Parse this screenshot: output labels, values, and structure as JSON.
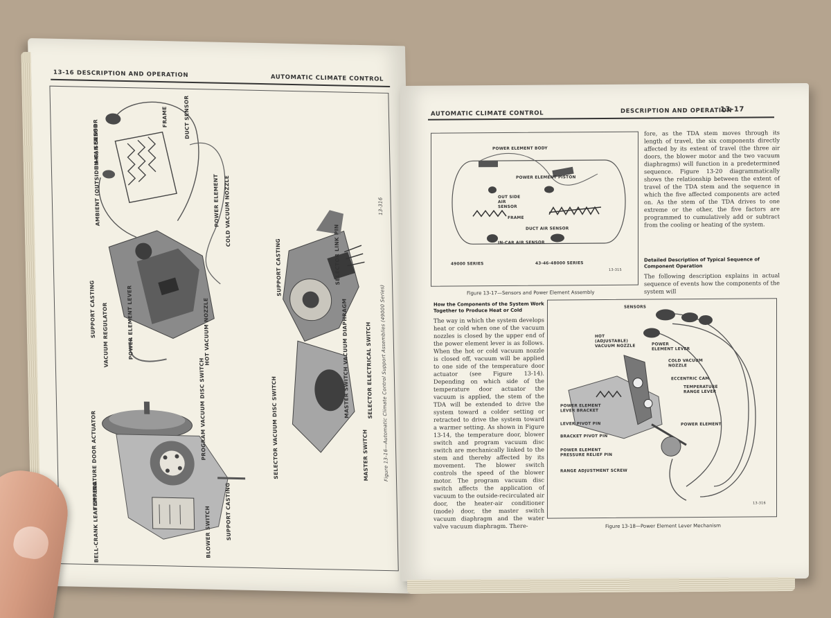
{
  "left_page": {
    "page_number": "13-16",
    "section_title": "DESCRIPTION AND OPERATION",
    "chapter_title": "AUTOMATIC CLIMATE CONTROL",
    "figure_number_tag": "13-316",
    "figure_caption": "Figure 13-16—Automatic Climate Control Support Assemblies (49000 Series)",
    "labels": {
      "frame": "FRAME",
      "duct_sensor": "DUCT SENSOR",
      "in_car_sensor": "IN-CAR SENSOR",
      "ambient_sensor": "AMBIENT (OUTSIDE AIR) SENSOR",
      "power_element": "POWER ELEMENT",
      "cold_vacuum_nozzle": "COLD VACUUM NOZZLE",
      "support_casting_1": "SUPPORT CASTING",
      "vacuum_regulator": "VACUUM REGULATOR",
      "power_element_lever": "POWER ELEMENT LEVER",
      "hot_vacuum_nozzle": "HOT VACUUM NOZZLE",
      "support_casting_2": "SUPPORT CASTING",
      "selector_link_pin": "SELECTOR LINK PIN",
      "selector_electrical_switch": "SELECTOR ELECTRICAL SWITCH",
      "master_switch_vacuum_diaphragm": "MASTER SWITCH VACUUM DIAPHRAGM",
      "selector_vacuum_disc_switch": "SELECTOR VACUUM DISC SWITCH",
      "master_switch": "MASTER SWITCH",
      "program_vacuum_disc_switch": "PROGRAM VACUUM DISC SWITCH",
      "temperature_door_actuator": "TEMPERATURE DOOR ACTUATOR",
      "support_casting_3": "SUPPORT CASTING",
      "bell_crank_leaf_spring": "BELL-CRANK LEAF SPRING",
      "blower_switch": "BLOWER SWITCH"
    }
  },
  "right_page": {
    "chapter_title": "AUTOMATIC CLIMATE CONTROL",
    "section_title": "DESCRIPTION AND OPERATION",
    "page_number": "13-17",
    "figure17": {
      "caption": "Figure 13-17—Sensors and Power Element Assembly",
      "tag": "13-315",
      "labels": {
        "power_element_body": "POWER ELEMENT BODY",
        "power_element_piston": "POWER ELEMENT PISTON",
        "outside_air_sensor": "OUT SIDE AIR SENSOR",
        "frame": "FRAME",
        "duct_air_sensor": "DUCT AIR SENSOR",
        "in_car_air_sensor": "IN-CAR AIR SENSOR",
        "series_49000": "49000 SERIES",
        "series_43_46_48000": "43-46-48000 SERIES"
      }
    },
    "figure18": {
      "caption": "Figure 13-18—Power Element Lever Mechanism",
      "tag": "13-316",
      "labels": {
        "sensors": "SENSORS",
        "hot_adjustable_vacuum_nozzle": "HOT (ADJUSTABLE) VACUUM NOZZLE",
        "power_element_lever": "POWER ELEMENT LEVER",
        "cold_vacuum_nozzle": "COLD VACUUM NOZZLE",
        "eccentric_cam": "ECCENTRIC CAM",
        "temperature_range_lever": "TEMPERATURE RANGE LEVER",
        "power_element_lever_bracket": "POWER ELEMENT LEVER BRACKET",
        "lever_pivot_pin": "LEVER PIVOT PIN",
        "bracket_pivot_pin": "BRACKET PIVOT PIN",
        "power_element": "POWER ELEMENT",
        "power_element_pressure_relief_pin": "POWER ELEMENT PRESSURE RELIEF PIN",
        "range_adjustment_screw": "RANGE ADJUSTMENT SCREW"
      }
    },
    "col_right_top": "fore, as the TDA stem moves through its length of travel, the six components directly affected by its extent of travel (the three air doors, the blower motor and the two vacuum diaphragms) will function in a predetermined sequence. Figure 13-20 diagrammatically shows the relationship between the extent of travel of the TDA stem and the sequence in which the five affected components are acted on. As the stem of the TDA drives to one extreme or the other, the five factors are programmed to cumulatively add or subtract from the cooling or heating of the system.",
    "subhead_typical": "Detailed Description of Typical Sequence of Component Operation",
    "col_right_bottom": "The following description explains in actual sequence of events how the components of the system will",
    "subhead_components": "How the Components of the System Work Together to Produce Heat or Cold",
    "col_left_body": "The way in which the system develops heat or cold when one of the vacuum nozzles is closed by the upper end of the power element lever is as follows. When the hot or cold vacuum nozzle is closed off, vacuum will be applied to one side of the temperature door actuator (see Figure 13-14). Depending on which side of the temperature door actuator the vacuum is applied, the stem of the TDA will be extended to drive the system toward a colder setting or retracted to drive the system toward a warmer setting. As shown in Figure 13-14, the temperature door, blower switch and program vacuum disc switch are mechanically linked to the stem and thereby affected by its movement. The blower switch controls the speed of the blower motor. The program vacuum disc switch affects the application of vacuum to the outside-recirculated air door, the heater-air conditioner (mode) door, the master switch vacuum diaphragm and the water valve vacuum diaphragm. There-"
  }
}
